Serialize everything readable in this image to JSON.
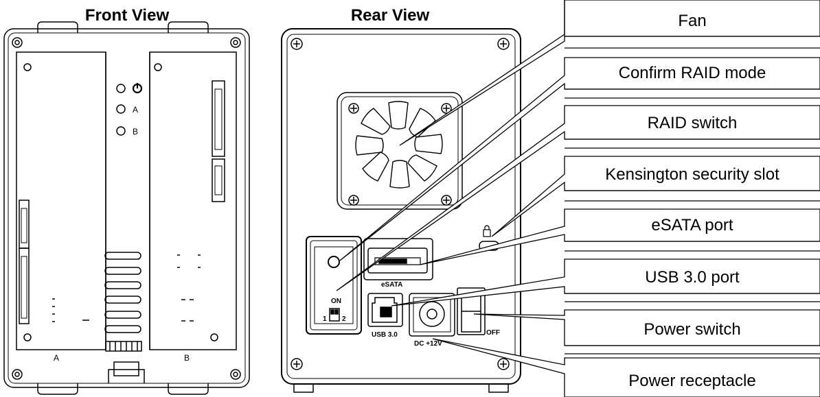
{
  "titles": {
    "front": "Front View",
    "rear": "Rear View"
  },
  "front_panel": {
    "led_a": "A",
    "led_b": "B",
    "bay_a": "A",
    "bay_b": "B",
    "power_icon": "power-icon"
  },
  "rear_panel": {
    "esata_label": "eSATA",
    "usb_label": "USB 3.0",
    "dc_label": "DC +12V",
    "dip_on_label": "ON",
    "dip_1": "1",
    "dip_2": "2",
    "switch_off_label": "OFF"
  },
  "callouts": [
    "Fan",
    "Confirm RAID mode",
    "RAID switch",
    "Kensington security slot",
    "eSATA port",
    "USB 3.0 port",
    "Power switch",
    "Power receptacle"
  ]
}
